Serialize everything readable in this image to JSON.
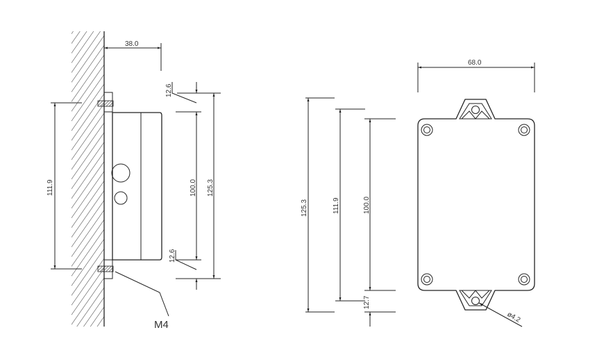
{
  "side_view": {
    "depth": "38.0",
    "mount_spacing": "111.9",
    "body_height": "100.0",
    "overall_height": "125.3",
    "tab_top": "12.6",
    "tab_bottom": "12.6",
    "screw": "M4"
  },
  "front_view": {
    "width": "68.0",
    "overall_height": "125.3",
    "mount_spacing": "111.9",
    "body_height": "100.0",
    "tab_height": "12.7",
    "hole_diameter": "ø4.2"
  }
}
